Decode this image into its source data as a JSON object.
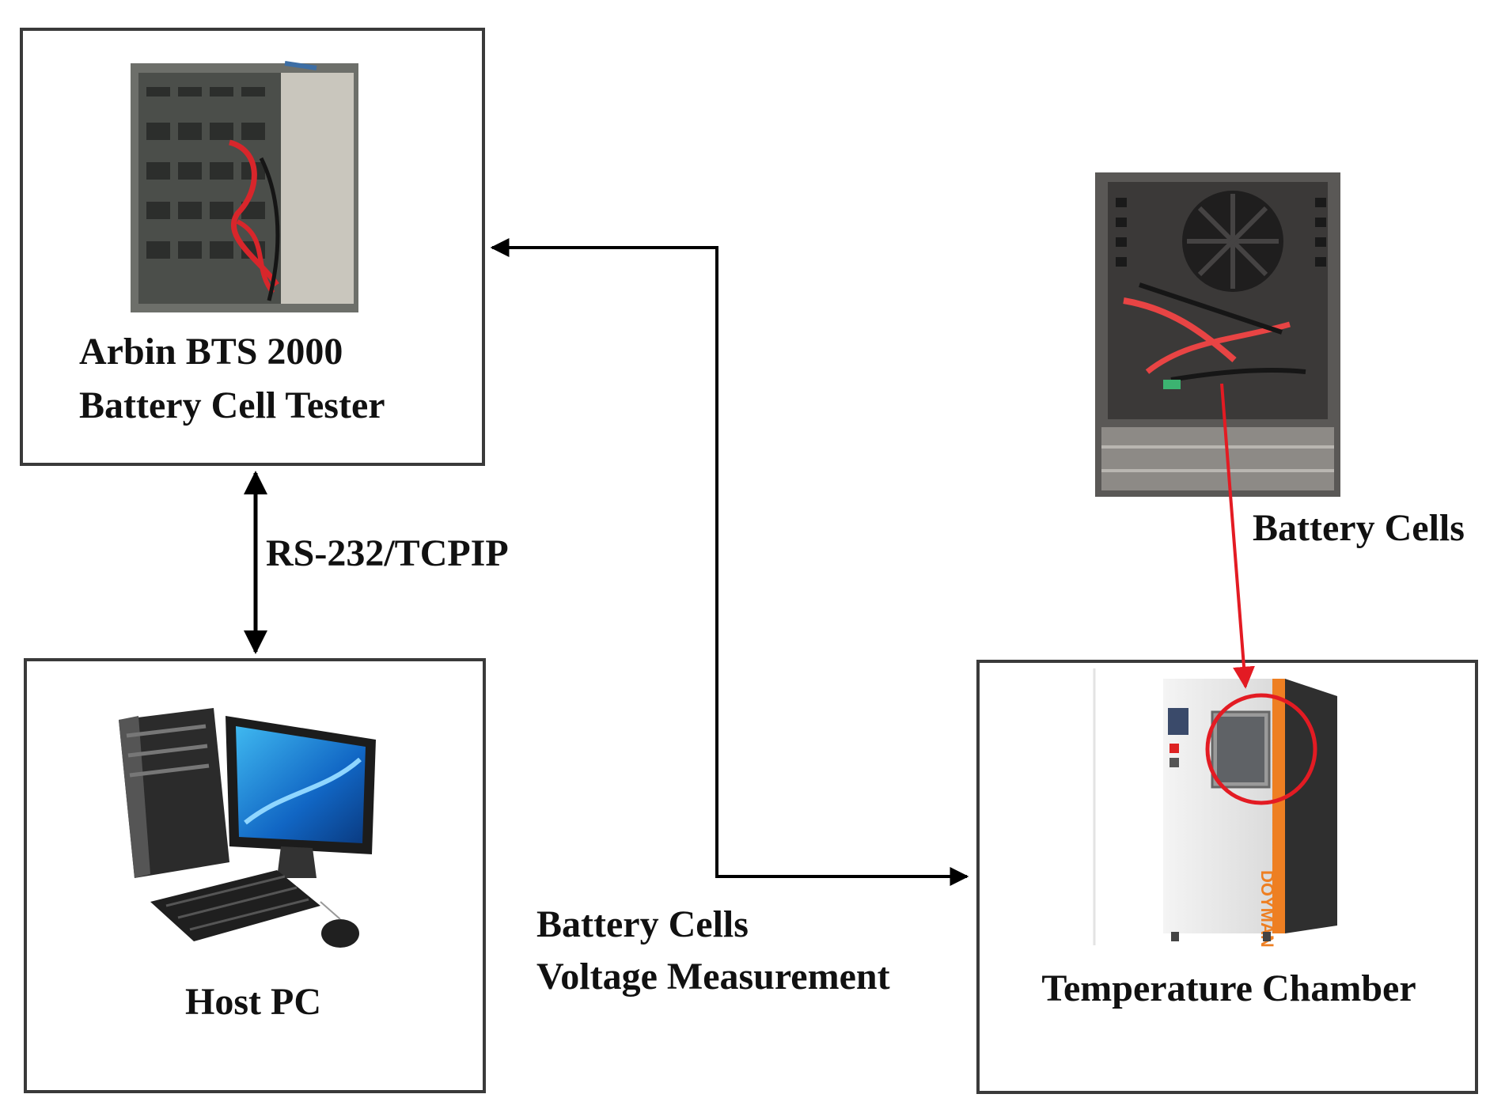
{
  "boxes": {
    "tester": {
      "line1": "Arbin BTS 2000",
      "line2": "Battery Cell Tester"
    },
    "host": {
      "label": "Host PC"
    },
    "chamber": {
      "label": "Temperature Chamber"
    }
  },
  "labels": {
    "link": "RS-232/TCPIP",
    "measurement_line1": "Battery Cells",
    "measurement_line2": "Voltage Measurement",
    "cells": "Battery Cells"
  },
  "chamber_brand": "DOYMAN",
  "colors": {
    "box_border": "#3a3a3a",
    "arrow": "#000000",
    "highlight": "#e31b23",
    "accent_orange": "#ee7f22"
  }
}
